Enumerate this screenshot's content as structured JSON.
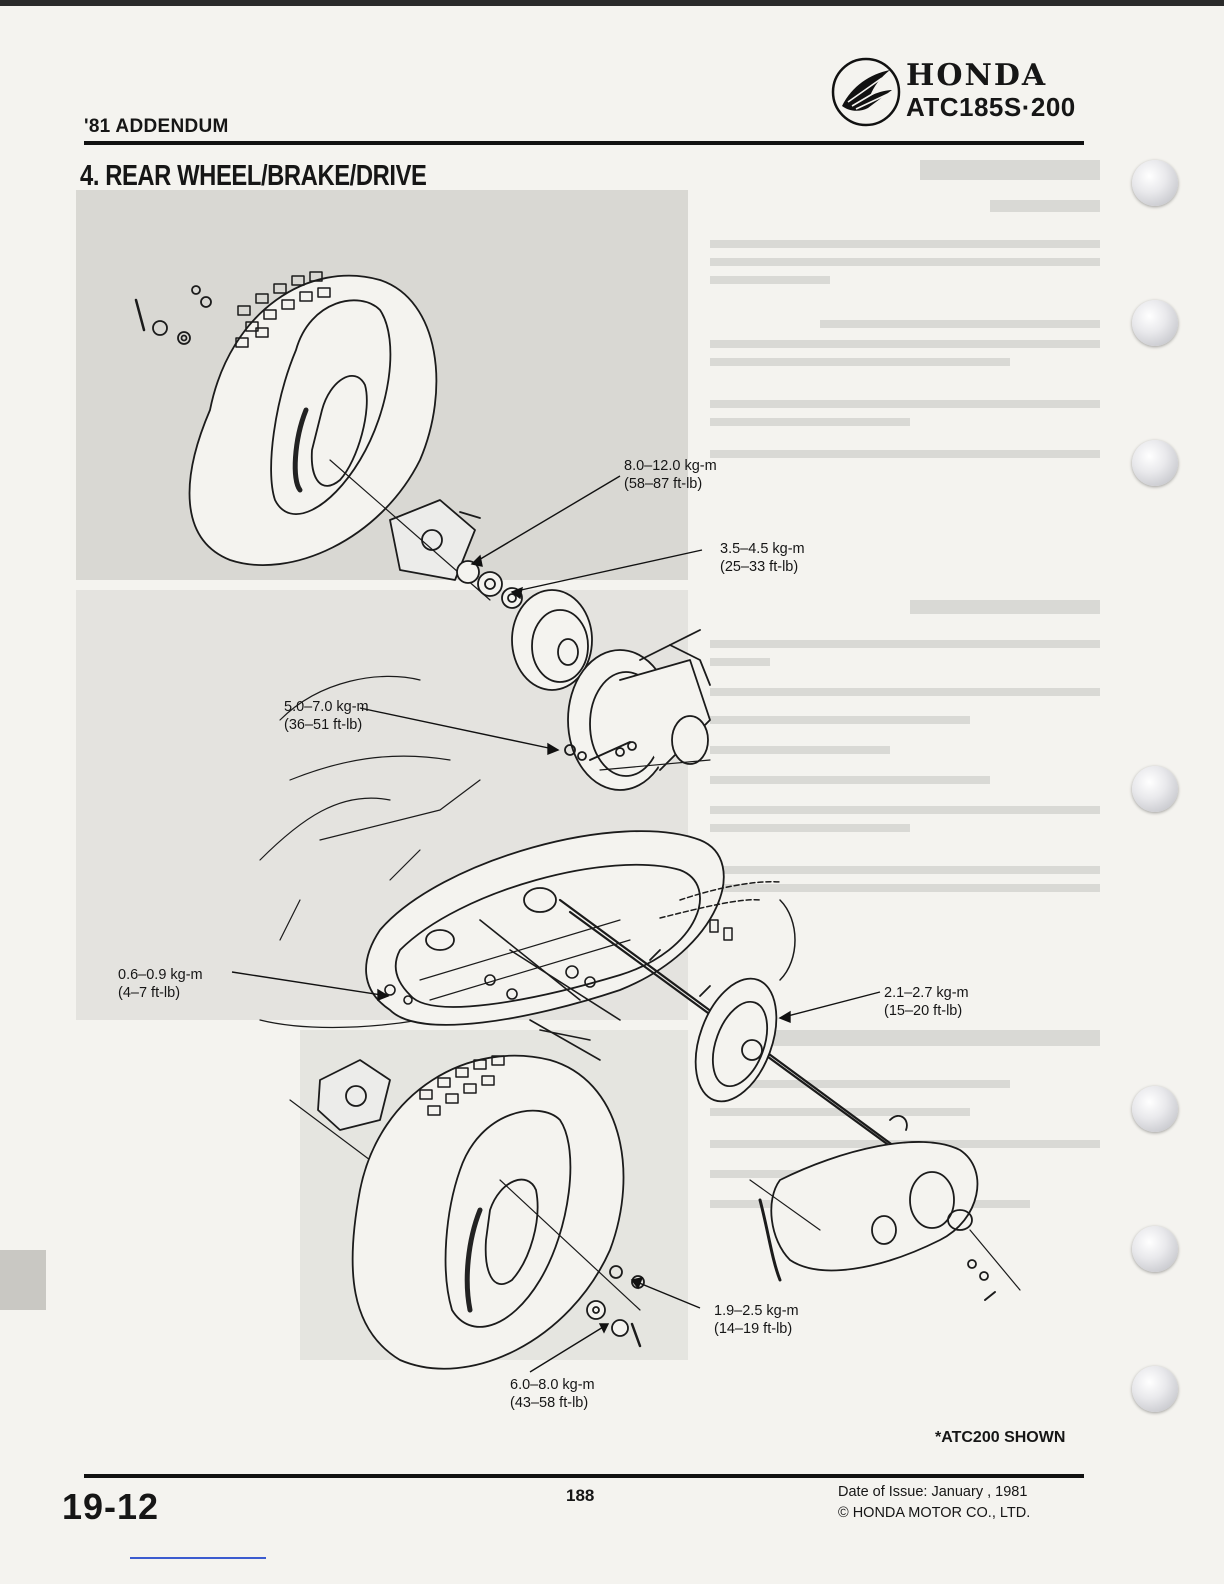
{
  "header": {
    "addendum": "'81 ADDENDUM",
    "brand": "HONDA",
    "model": "ATC185S·200"
  },
  "section": {
    "title": "4. REAR WHEEL/BRAKE/DRIVE"
  },
  "torque_callouts": [
    {
      "kgm": "8.0–12.0 kg-m",
      "ftlb": "(58–87 ft-lb)"
    },
    {
      "kgm": "3.5–4.5 kg-m",
      "ftlb": "(25–33 ft-lb)"
    },
    {
      "kgm": "5.0–7.0 kg-m",
      "ftlb": "(36–51 ft-lb)"
    },
    {
      "kgm": "0.6–0.9 kg-m",
      "ftlb": "(4–7 ft-lb)"
    },
    {
      "kgm": "2.1–2.7 kg-m",
      "ftlb": "(15–20 ft-lb)"
    },
    {
      "kgm": "1.9–2.5 kg-m",
      "ftlb": "(14–19 ft-lb)"
    },
    {
      "kgm": "6.0–8.0 kg-m",
      "ftlb": "(43–58 ft-lb)"
    }
  ],
  "note": "*ATC200 SHOWN",
  "footer": {
    "page_code": "19-12",
    "page_number": "188",
    "issue_date": "Date of Issue:  January ,  1981",
    "copyright": "© HONDA MOTOR CO., LTD."
  },
  "colors": {
    "paper": "#f4f3ef",
    "ink": "#161616",
    "shade": "#d9d8d3"
  }
}
